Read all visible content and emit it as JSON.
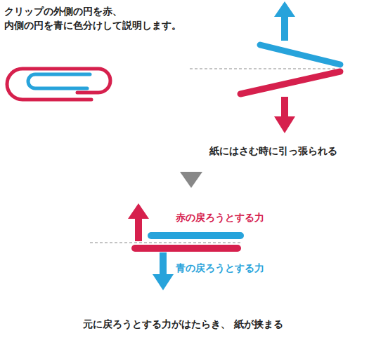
{
  "diagram": {
    "labels": [
      "クリップの外側の円を赤、 内側の円を青に色分けして説明します。",
      "紙にはさむ時に引っ張られる",
      "赤の戻ろうとする力",
      "青の戻ろうとする力",
      "元に戻ろうとする力がはたらき、 紙が挟まる"
    ]
  }
}
